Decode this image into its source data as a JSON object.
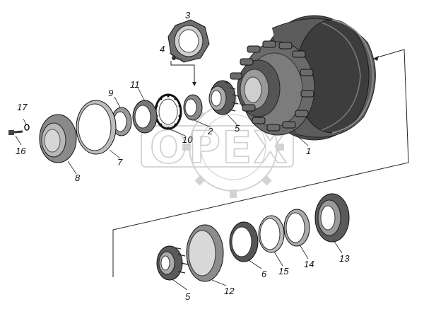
{
  "diagram": {
    "callouts": [
      "1",
      "2",
      "3",
      "4",
      "5",
      "6",
      "7",
      "8",
      "9",
      "10",
      "11",
      "12",
      "13",
      "14",
      "15",
      "16",
      "17"
    ],
    "callout_lower_5": "5"
  },
  "watermark": {
    "text": "OPEX",
    "kind": "logo"
  }
}
